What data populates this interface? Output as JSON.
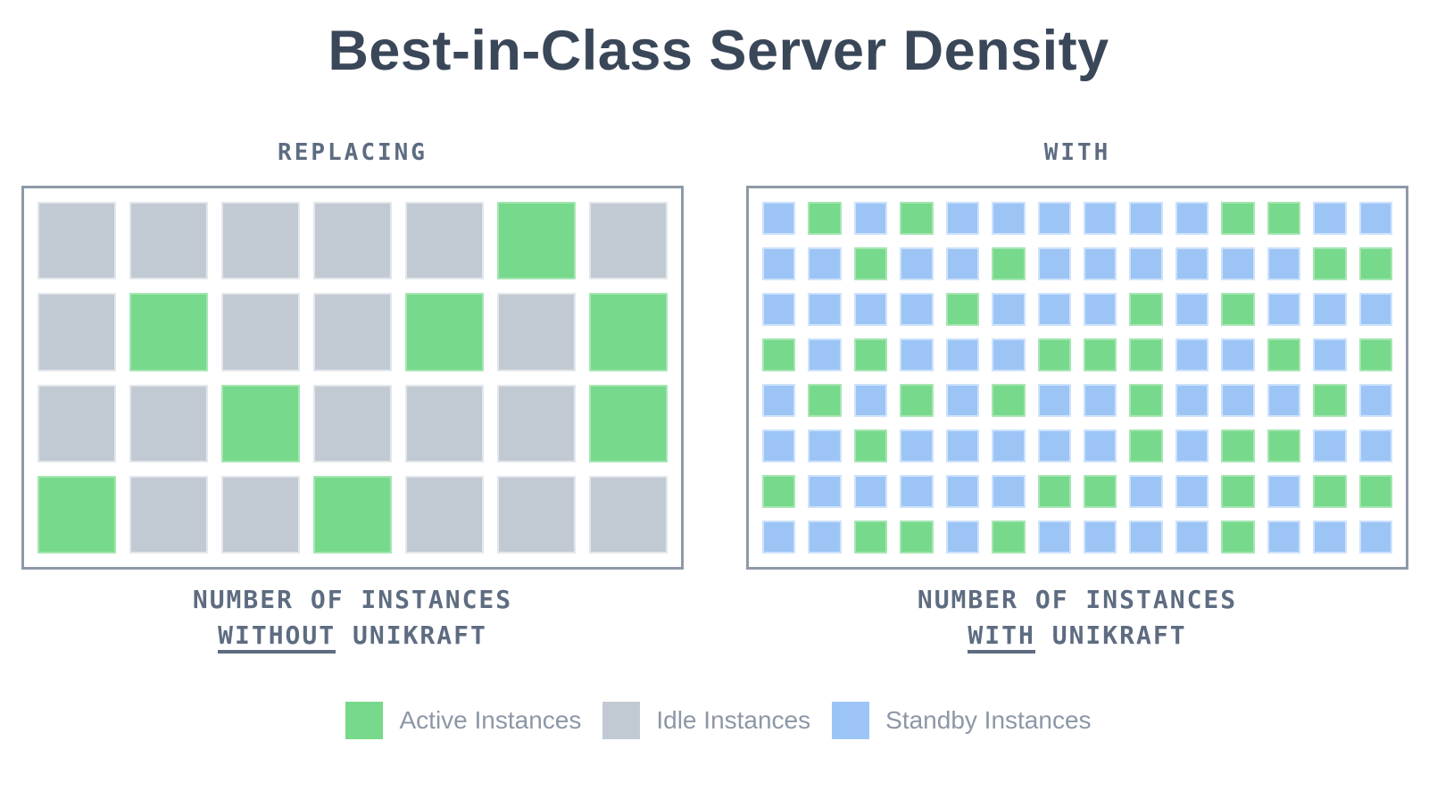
{
  "title": "Best-in-Class Server Density",
  "colors": {
    "active": "#77D98B",
    "idle": "#C1CAD3",
    "standby": "#9CC5F6",
    "frame_border": "#8E99A8",
    "title_text": "#3A4759",
    "label_text": "#5E6C81",
    "legend_text": "#8D97A6"
  },
  "cell_states": {
    "A": "active",
    "I": "idle",
    "S": "standby"
  },
  "panels": [
    {
      "header": "REPLACING",
      "caption_line1": "NUMBER OF INSTANCES",
      "caption_underlined": "WITHOUT",
      "caption_after": " UNIKRAFT",
      "grid": {
        "columns": 7,
        "row_count": 4,
        "rows": [
          "IIIIIAI",
          "IAIIAIA",
          "IIAIIIA",
          "AIIAIII"
        ],
        "active_count": 8,
        "idle_count": 20
      }
    },
    {
      "header": "WITH",
      "caption_line1": "NUMBER OF INSTANCES",
      "caption_underlined": "WITH",
      "caption_after": " UNIKRAFT",
      "grid": {
        "columns": 14,
        "row_count": 8,
        "rows": [
          "SASASSSSSSAASS",
          "SSASSASSSSSSAA",
          "SSSSASSSASASSS",
          "ASASSSAAASSASA",
          "SASASASSASSSAS",
          "SSASSSSSASAASS",
          "ASSSSSAASSASAA",
          "SSAASASSSSASSS"
        ],
        "active_count": 37,
        "standby_count": 75
      }
    }
  ],
  "legend": [
    {
      "label": "Active Instances",
      "state": "active"
    },
    {
      "label": "Idle Instances",
      "state": "idle"
    },
    {
      "label": "Standby Instances",
      "state": "standby"
    }
  ]
}
